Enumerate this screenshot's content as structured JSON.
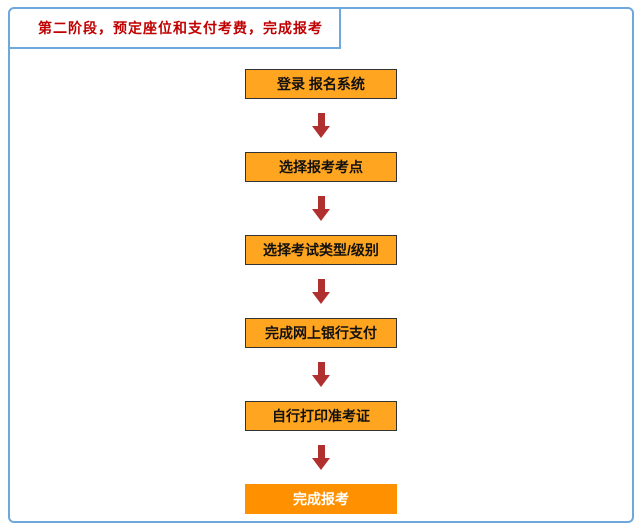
{
  "header": {
    "title": "第二阶段，预定座位和支付考费，完成报考"
  },
  "flow": {
    "steps": [
      {
        "label": "登录 报名系统",
        "highlight": false
      },
      {
        "label": "选择报考考点",
        "highlight": false
      },
      {
        "label": "选择考试类型/级别",
        "highlight": false
      },
      {
        "label": "完成网上银行支付",
        "highlight": false
      },
      {
        "label": "自行打印准考证",
        "highlight": false
      },
      {
        "label": "完成报考",
        "highlight": true
      }
    ]
  },
  "colors": {
    "blue": "#6FA8DC",
    "red": "#C00000",
    "orange": "#FFA520",
    "orange-strong": "#FF9100",
    "arrow-red": "#B03030"
  }
}
